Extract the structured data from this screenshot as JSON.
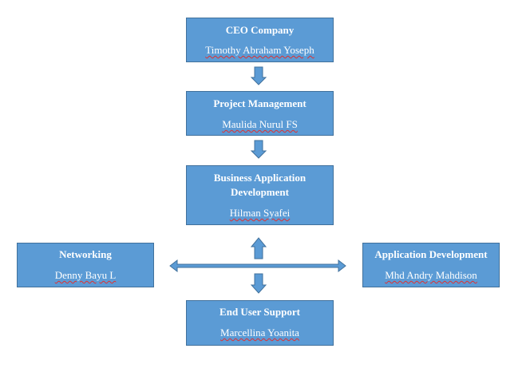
{
  "colors": {
    "box_fill": "#5b9bd5",
    "box_border": "#41719c",
    "text": "#ffffff",
    "arrow": "#5b9bd5"
  },
  "nodes": {
    "ceo": {
      "title": "CEO Company",
      "person": "Timothy Abraham Yoseph"
    },
    "project_management": {
      "title": "Project Management",
      "person": "Maulida Nurul FS"
    },
    "business_app_dev": {
      "title_line1": "Business Application",
      "title_line2": "Development",
      "person": "Hilman Syafei"
    },
    "networking": {
      "title": "Networking",
      "person": "Denny Bayu L"
    },
    "application_development": {
      "title": "Application Development",
      "person": "Mhd Andry Mahdison"
    },
    "end_user_support": {
      "title": "End User Support",
      "person": "Marcellina Yoanita"
    }
  }
}
